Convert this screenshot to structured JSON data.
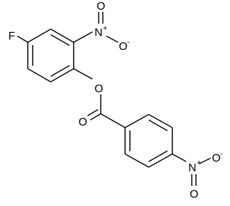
{
  "molecule": {
    "atoms": {
      "fluorine": "F",
      "nitro_top_nitrogen": "N",
      "nitro_top_charge_plus": "+",
      "nitro_top_oxygen_double": "O",
      "nitro_top_oxygen_single": "O",
      "nitro_top_charge_minus": "-",
      "ester_oxygen": "O",
      "carbonyl_oxygen": "O",
      "nitro_bottom_nitrogen": "N",
      "nitro_bottom_charge_plus": "+",
      "nitro_bottom_oxygen_single": "O",
      "nitro_bottom_charge_minus": "-",
      "nitro_bottom_oxygen_double": "O"
    }
  }
}
